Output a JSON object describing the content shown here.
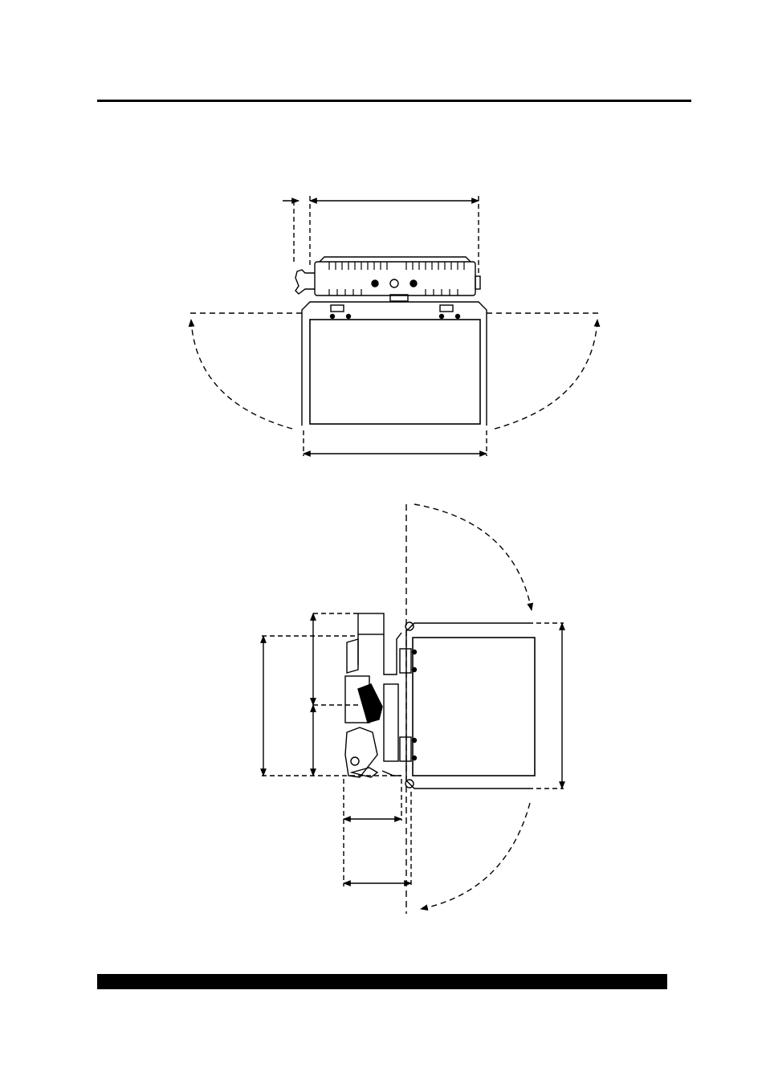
{
  "page": {
    "header_rule": "top-rule",
    "footer_bar": "bottom-bar",
    "figures": [
      {
        "id": "front-view",
        "description_icon": "front-view-drawing-icon"
      },
      {
        "id": "side-view",
        "description_icon": "side-view-drawing-icon"
      }
    ]
  },
  "colors": {
    "ink": "#000000",
    "paper": "#ffffff"
  }
}
